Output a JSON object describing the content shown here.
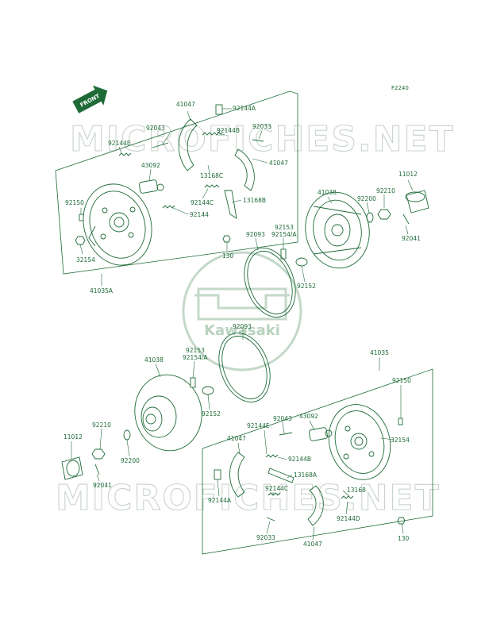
{
  "figure_code": "F2240",
  "front_label": "FRONT",
  "watermark": "MICROFICHES.NET",
  "logo_text": "Kawasaki",
  "part_labels": [
    {
      "id": "top-41047-a",
      "text": "41047"
    },
    {
      "id": "top-92144a",
      "text": "92144A"
    },
    {
      "id": "top-92043",
      "text": "92043"
    },
    {
      "id": "top-92144b",
      "text": "92144B"
    },
    {
      "id": "top-92033",
      "text": "92033"
    },
    {
      "id": "top-92144e",
      "text": "92144E"
    },
    {
      "id": "top-41047-b",
      "text": "41047"
    },
    {
      "id": "top-43092",
      "text": "43092"
    },
    {
      "id": "top-13168c",
      "text": "13168C"
    },
    {
      "id": "top-92144c",
      "text": "92144C"
    },
    {
      "id": "top-13168b",
      "text": "13168B"
    },
    {
      "id": "top-92144",
      "text": "92144"
    },
    {
      "id": "top-92150",
      "text": "92150"
    },
    {
      "id": "top-130",
      "text": "130"
    },
    {
      "id": "top-32154",
      "text": "32154"
    },
    {
      "id": "top-41035a",
      "text": "41035A"
    },
    {
      "id": "top-11012",
      "text": "11012"
    },
    {
      "id": "top-41038",
      "text": "41038"
    },
    {
      "id": "top-92210",
      "text": "92210"
    },
    {
      "id": "top-92200",
      "text": "92200"
    },
    {
      "id": "top-92041",
      "text": "92041"
    },
    {
      "id": "top-92153",
      "text": "92153"
    },
    {
      "id": "top-92154a",
      "text": "92154/A"
    },
    {
      "id": "top-92093",
      "text": "92093"
    },
    {
      "id": "top-92152",
      "text": "92152"
    },
    {
      "id": "mid-92093",
      "text": "92093"
    },
    {
      "id": "bot-41038",
      "text": "41038"
    },
    {
      "id": "bot-92153",
      "text": "92153"
    },
    {
      "id": "bot-92154a",
      "text": "92154/A"
    },
    {
      "id": "bot-92152",
      "text": "92152"
    },
    {
      "id": "bot-92210",
      "text": "92210"
    },
    {
      "id": "bot-92200",
      "text": "92200"
    },
    {
      "id": "bot-11012",
      "text": "11012"
    },
    {
      "id": "bot-92041",
      "text": "92041"
    },
    {
      "id": "bot-41035",
      "text": "41035"
    },
    {
      "id": "bot-92150",
      "text": "92150"
    },
    {
      "id": "bot-92043",
      "text": "92043"
    },
    {
      "id": "bot-43092",
      "text": "43092"
    },
    {
      "id": "bot-92144e",
      "text": "92144E"
    },
    {
      "id": "bot-41047-a",
      "text": "41047"
    },
    {
      "id": "bot-32154",
      "text": "32154"
    },
    {
      "id": "bot-92144b",
      "text": "92144B"
    },
    {
      "id": "bot-13168a",
      "text": "13168A"
    },
    {
      "id": "bot-92144a",
      "text": "92144A"
    },
    {
      "id": "bot-92144c",
      "text": "92144C"
    },
    {
      "id": "bot-13168",
      "text": "13168"
    },
    {
      "id": "bot-92144d",
      "text": "92144D"
    },
    {
      "id": "bot-92033",
      "text": "92033"
    },
    {
      "id": "bot-130",
      "text": "130"
    },
    {
      "id": "bot-41047-b",
      "text": "41047"
    }
  ]
}
